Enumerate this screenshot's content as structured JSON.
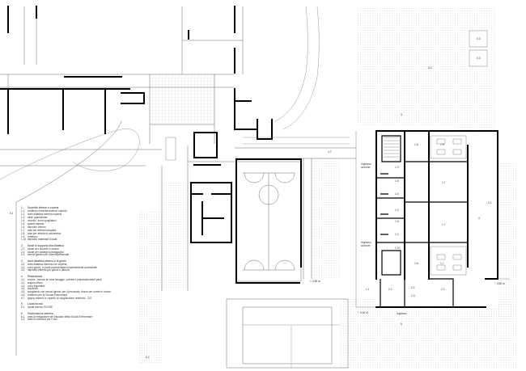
{
  "legend": {
    "sections": [
      {
        "num": "1",
        "title": "Superfici interne e coperte",
        "items": [
          {
            "code": "1.1",
            "text": "vestibolo d'entrata esterno coperto"
          },
          {
            "code": "1.2",
            "text": "area didattica esterna coperta"
          },
          {
            "code": "1.3",
            "text": "atrio/ guardaroba"
          },
          {
            "code": "1.4",
            "text": "nicchia / zona spogliatoio"
          },
          {
            "code": "1.5",
            "text": "spazio sanitari"
          },
          {
            "code": "1.6",
            "text": "deposito interno"
          },
          {
            "code": "1.7",
            "text": "aula per attività tranquille"
          },
          {
            "code": "1.8",
            "text": "aula per attività di movimento"
          },
          {
            "code": "1.9",
            "text": "refettorio"
          },
          {
            "code": "1.10",
            "text": "deposito materiale di aula"
          }
        ]
      },
      {
        "num": "2",
        "title": "Spazi di supporto alla didattica",
        "items": [
          {
            "code": "2.1",
            "text": "locale per docenti e riunioni"
          },
          {
            "code": "2.2",
            "text": "locale per sostegno pedagogico"
          },
          {
            "code": "2.3",
            "text": "servizi igienici per docenti/personale"
          }
        ]
      },
      {
        "num": "3",
        "title": "Area didattica esterna e di giochi",
        "items": [
          {
            "code": "3.1",
            "text": "area didattica esterna non coperta"
          },
          {
            "code": "3.2",
            "text": "zona giochi, in parte pavimentata completamente accessibile"
          },
          {
            "code": "3.3",
            "text": "deposito esterno per giochi e attrezzi"
          }
        ]
      },
      {
        "num": "4",
        "title": "Ristorazione",
        "items": [
          {
            "code": "4.1",
            "text": "cucina - incluso la zona lavaggio, cottura e preparazionedei pasti"
          },
          {
            "code": "4.2",
            "text": "angolo ufficio"
          },
          {
            "code": "4.3",
            "text": "zona frigorifera"
          },
          {
            "code": "4.4",
            "text": "dispensa"
          },
          {
            "code": "4.5",
            "text": "spogliatoio con servizi igienici per il personale, docce per uomini e donne"
          },
          {
            "code": "4.6",
            "text": "refettorio per la Scuola Elementare"
          },
          {
            "code": "4.7",
            "text": "spazio esterno e coperto di congiunzione refettorio - S.E"
          }
        ]
      },
      {
        "num": "5",
        "title": "Locali tecnici",
        "items": [
          {
            "code": "5.1",
            "text": "locale tecnico RCVSE"
          }
        ]
      },
      {
        "num": "6",
        "title": "Sistemazione esterna",
        "items": [
          {
            "code": "6.1",
            "text": "area di mitigazione del tracciato della Scuola Elementare"
          },
          {
            "code": "6.2",
            "text": "area di manovra per il bus"
          }
        ]
      }
    ]
  },
  "plan_labels": {
    "room_18a": "1.8",
    "room_18b": "1.8",
    "room_19": "1.9",
    "room_17a": "1.7",
    "room_17b": "1.7",
    "room_17c": "1.7",
    "room_13": "1.3",
    "room_14a": "1.4",
    "room_14b": "1.4",
    "room_14c": "1.4",
    "room_15": "1.5",
    "room_16": "1.6",
    "room_110": "1.10",
    "room_11": "1.1",
    "room_21": "2.1",
    "room_22": "2.2",
    "room_23": "2.3",
    "area_31": "3.1",
    "area_32": "3.2",
    "area_33a": "3.3",
    "area_33b": "3.3",
    "area_47": "4.7",
    "area_61": "6.1",
    "area_62": "6.2",
    "entrance_top": "Ingresso\nsezione",
    "entrance_mid": "Ingresso\nsezione",
    "entrance_bottom": "Ingresso",
    "level_a": "+ 3.80 m",
    "level_b": "+ 3.80 m",
    "level_c": "+ 4.00 m",
    "mark_3": "3",
    "mark_4": "4",
    "mark_5": "5"
  },
  "colors": {
    "wall": "#000000",
    "line": "#6b6b6b",
    "hatch": "#bfbfbf",
    "text": "#333333"
  }
}
